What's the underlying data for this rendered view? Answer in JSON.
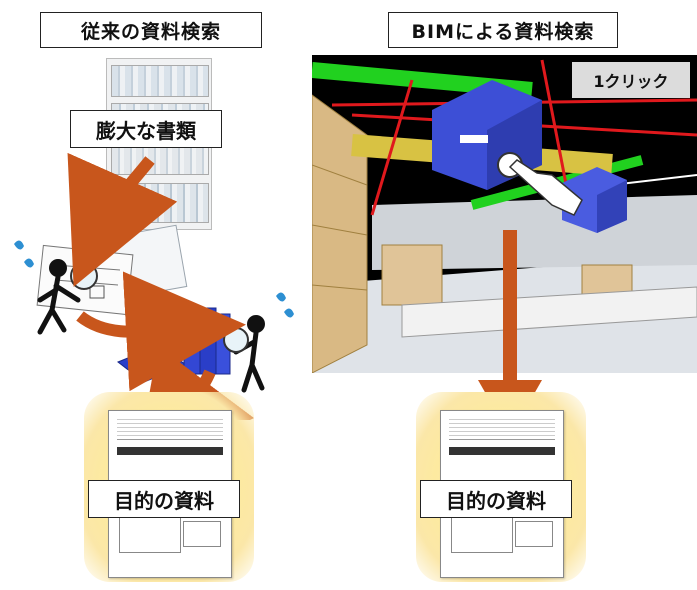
{
  "left": {
    "title": "従来の資料検索",
    "bookshelf_label": "膨大な書類",
    "result_label": "目的の資料"
  },
  "right": {
    "title": "BIMによる資料検索",
    "click_label": "1クリック",
    "result_label": "目的の資料"
  },
  "colors": {
    "arrow": "#c8561c",
    "glow": "#fbe7a8",
    "bim_sky": "#000000",
    "duct_blue": "#3d4fd6",
    "pipe_green": "#21d11f",
    "pipe_red": "#e0191d",
    "pipe_yellow": "#d8c243"
  }
}
